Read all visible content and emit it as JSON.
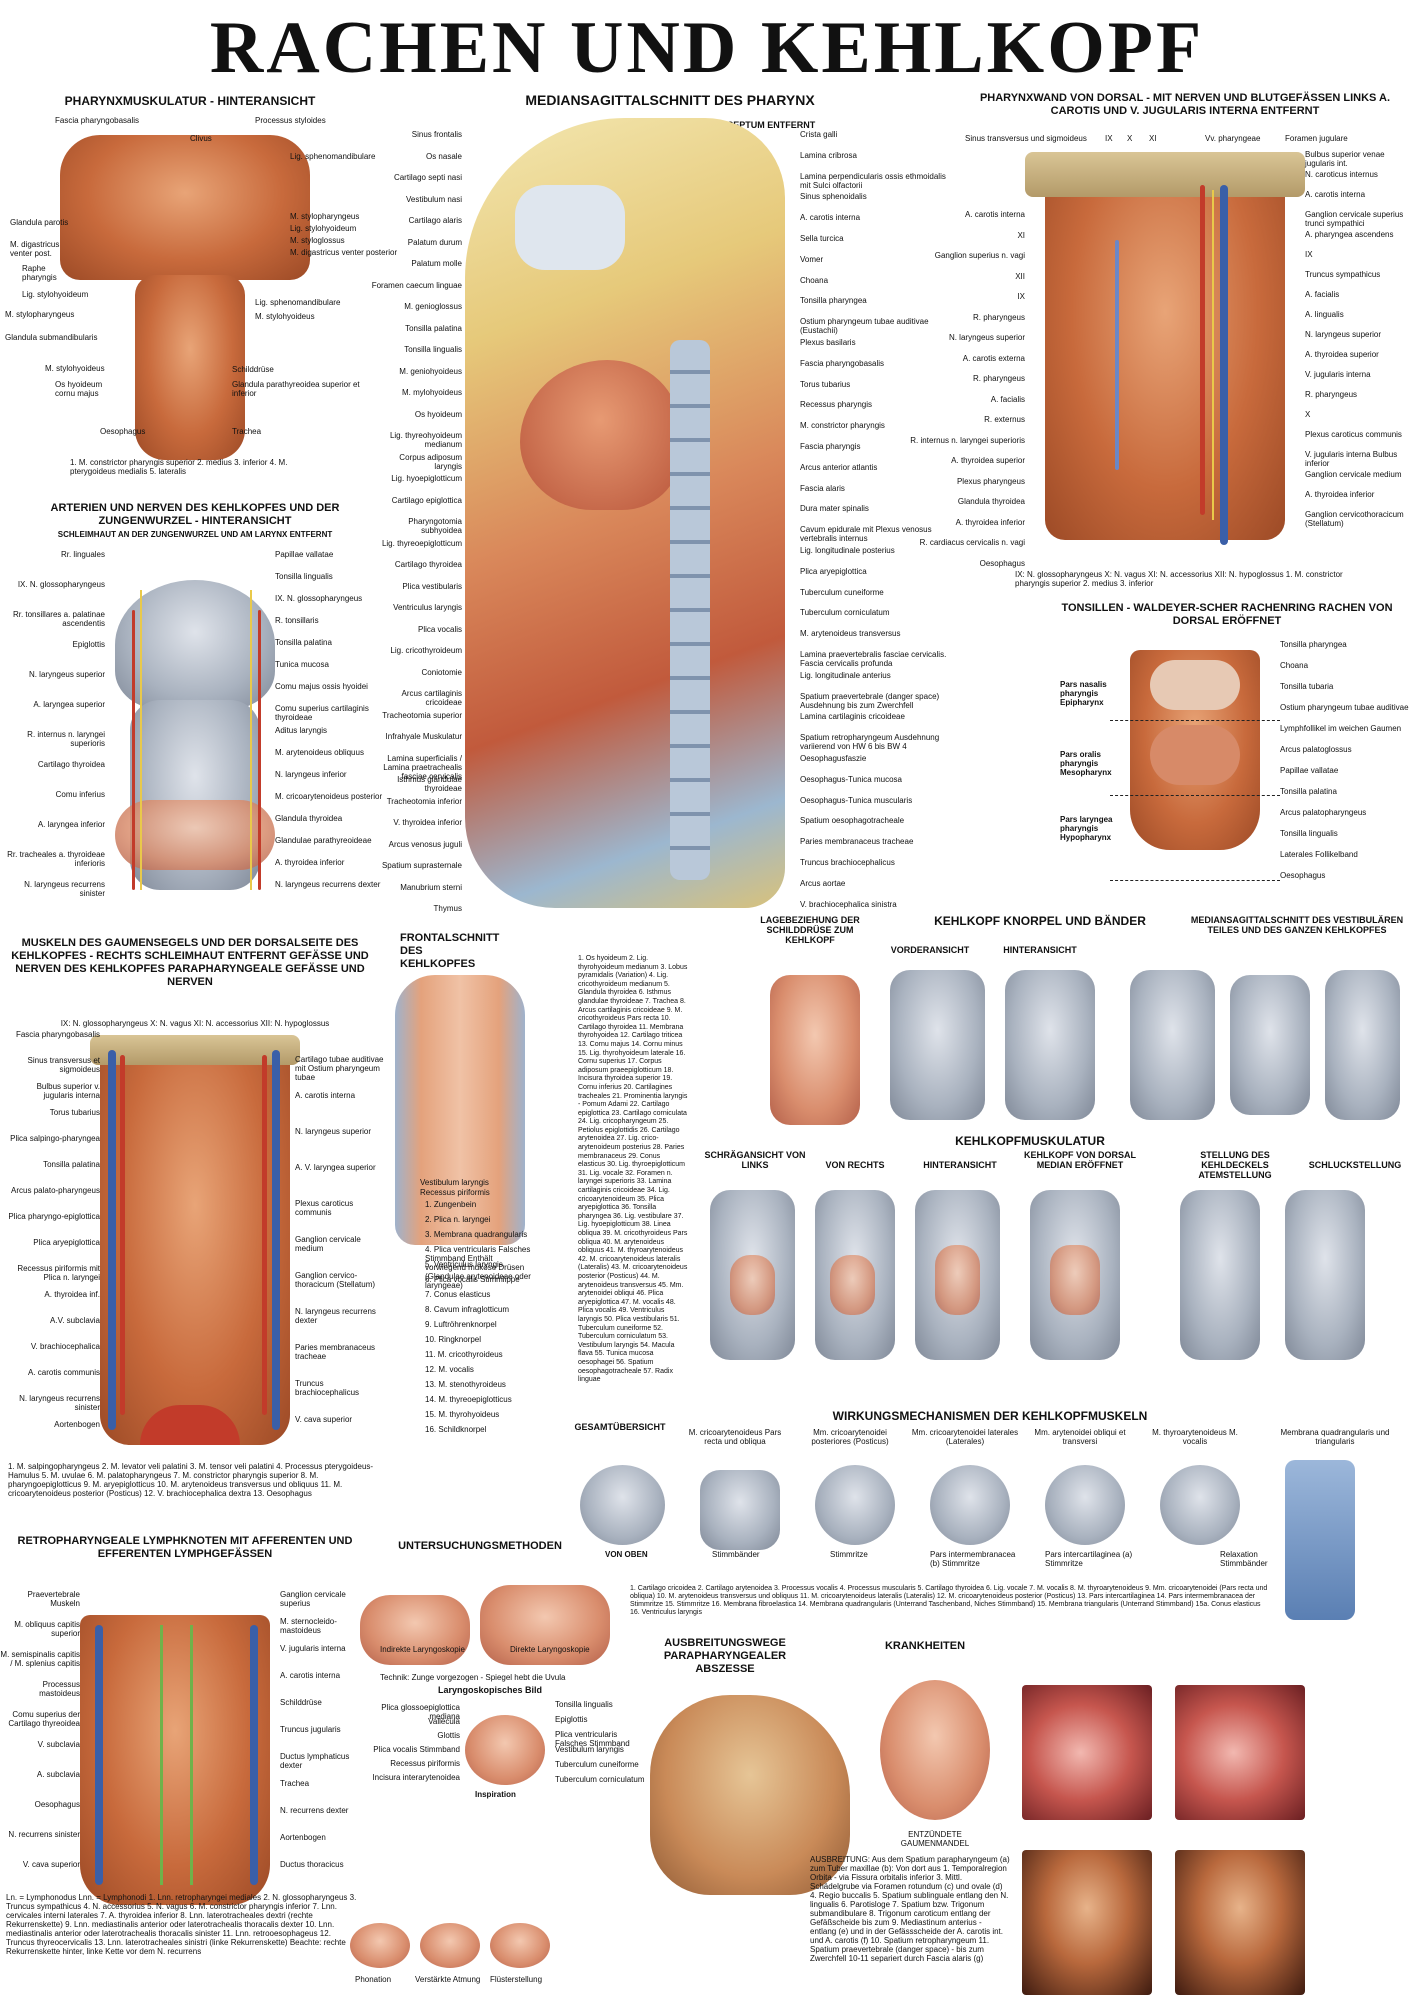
{
  "title": "RACHEN UND KEHLKOPF",
  "panels": {
    "p1": {
      "title": "PHARYNXMUSKULATUR - HINTERANSICHT",
      "labels_left": [
        "Glandula parotis",
        "M. digastricus venter post.",
        "Raphe pharyngis",
        "Lig. stylohyoideum",
        "M. stylopharyngeus",
        "Glandula submandibularis",
        "M. stylohyoideus",
        "Os hyoideum cornu majus",
        "Oesophagus"
      ],
      "labels_right": [
        "Processus styloides",
        "Lig. sphenomandibulare",
        "M. stylopharyngeus",
        "Lig. stylohyoideum",
        "M. styloglossus",
        "M. digastricus venter posterior",
        "Lig. sphenomandibulare",
        "M. stylohyoideus",
        "Schilddrüse",
        "Glandula parathyreoidea superior et inferior",
        "Trachea"
      ],
      "labels_top": [
        "Fascia pharyngobasalis",
        "Clivus"
      ],
      "caption": "1. M. constrictor pharyngis superior 2. medius 3. inferior 4. M. pterygoideus medialis 5. lateralis"
    },
    "p2": {
      "title": "MEDIANSAGITTALSCHNITT DES PHARYNX",
      "subtitle": "SCHLEIMHAUT VOM NASENSEPTUM ENTFERNT",
      "labels_left": [
        "Sinus frontalis",
        "Os nasale",
        "Cartilago septi nasi",
        "Vestibulum nasi",
        "Cartilago alaris",
        "Palatum durum",
        "Palatum molle",
        "Foramen caecum linguae",
        "M. genioglossus",
        "Tonsilla palatina",
        "Tonsilla lingualis",
        "M. geniohyoideus",
        "M. mylohyoideus",
        "Os hyoideum",
        "Lig. thyreohyoideum medianum",
        "Corpus adiposum laryngis",
        "Lig. hyoepiglotticum",
        "Cartilago epiglottica",
        "Pharyngotomia subhyoidea",
        "Lig. thyreoepiglotticum",
        "Cartilago thyroidea",
        "Plica vestibularis",
        "Ventriculus laryngis",
        "Plica vocalis",
        "Lig. cricothyroideum",
        "Coniotomie",
        "Arcus cartilaginis cricoideae",
        "Tracheotomia superior",
        "Infrahyale Muskulatur",
        "Lamina superficialis / Lamina praetrachealis fasciae cervicalis",
        "Isthmus glandulae thyroideae",
        "Tracheotomia inferior",
        "V. thyroidea inferior",
        "Arcus venosus juguli",
        "Spatium suprasternale",
        "Manubrium sterni",
        "Thymus"
      ],
      "labels_right": [
        "Crista galli",
        "Lamina cribrosa",
        "Lamina perpendicularis ossis ethmoidalis mit Sulci olfactorii",
        "Sinus sphenoidalis",
        "A. carotis interna",
        "Sella turcica",
        "Vomer",
        "Choana",
        "Tonsilla pharyngea",
        "Ostium pharyngeum tubae auditivae (Eustachii)",
        "Plexus basilaris",
        "Fascia pharyngobasalis",
        "Torus tubarius",
        "Recessus pharyngis",
        "M. constrictor pharyngis",
        "Fascia pharyngis",
        "Arcus anterior atlantis",
        "Fascia alaris",
        "Dura mater spinalis",
        "Cavum epidurale mit Plexus venosus vertebralis internus",
        "Lig. longitudinale posterius",
        "Plica aryepiglottica",
        "Tuberculum cuneiforme",
        "Tuberculum corniculatum",
        "M. arytenoideus transversus",
        "Lamina praevertebralis fasciae cervicalis. Fascia cervicalis profunda",
        "Lig. longitudinale anterius",
        "Spatium praevertebrale (danger space) Ausdehnung bis zum Zwerchfell",
        "Lamina cartilaginis cricoideae",
        "Spatium retropharyngeum Ausdehnung variierend von HW 6 bis BW 4",
        "Oesophagusfaszie",
        "Oesophagus-Tunica mucosa",
        "Oesophagus-Tunica muscularis",
        "Spatium oesophagotracheale",
        "Paries membranaceus tracheae",
        "Truncus brachiocephalicus",
        "Arcus aortae",
        "V. brachiocephalica sinistra"
      ]
    },
    "p3": {
      "title": "PHARYNXWAND VON DORSAL - MIT NERVEN UND BLUTGEFÄSSEN LINKS A. CAROTIS UND V. JUGULARIS INTERNA ENTFERNT",
      "labels_top": [
        "Sinus transversus und sigmoideus",
        "IX",
        "X",
        "XI",
        "Vv. pharyngeae",
        "Foramen jugulare"
      ],
      "labels_left": [
        "A. carotis interna",
        "XI",
        "Ganglion superius n. vagi",
        "XII",
        "IX",
        "R. pharyngeus",
        "N. laryngeus superior",
        "A. carotis externa",
        "R. pharyngeus",
        "A. facialis",
        "R. externus",
        "R. internus n. laryngei superioris",
        "A. thyroidea superior",
        "Plexus pharyngeus",
        "Glandula thyroidea",
        "A. thyroidea inferior",
        "R. cardiacus cervicalis n. vagi",
        "Oesophagus"
      ],
      "labels_right": [
        "Bulbus superior venae jugularis int.",
        "N. caroticus internus",
        "A. carotis interna",
        "Ganglion cervicale superius trunci sympathici",
        "A. pharyngea ascendens",
        "IX",
        "Truncus sympathicus",
        "A. facialis",
        "A. lingualis",
        "N. laryngeus superior",
        "A. thyroidea superior",
        "V. jugularis interna",
        "R. pharyngeus",
        "X",
        "Plexus caroticus communis",
        "V. jugularis interna Bulbus inferior",
        "Ganglion cervicale medium",
        "A. thyroidea inferior",
        "Ganglion cervicothoracicum (Stellatum)"
      ],
      "caption": "IX: N. glossopharyngeus X: N. vagus XI: N. accessorius XII: N. hypoglossus 1. M. constrictor pharyngis superior 2. medius 3. inferior"
    },
    "p4": {
      "title": "ARTERIEN UND NERVEN DES KEHLKOPFES UND DER ZUNGENWURZEL - HINTERANSICHT",
      "subtitle": "SCHLEIMHAUT AN DER ZUNGENWURZEL UND AM LARYNX ENTFERNT",
      "labels_left": [
        "Rr. linguales",
        "IX. N. glossopharyngeus",
        "Rr. tonsillares a. palatinae ascendentis",
        "Epiglottis",
        "N. laryngeus superior",
        "A. laryngea superior",
        "R. internus n. laryngei superioris",
        "Cartilago thyroidea",
        "Comu inferius",
        "A. laryngea inferior",
        "Rr. tracheales a. thyroideae inferioris",
        "N. laryngeus recurrens sinister"
      ],
      "labels_right": [
        "Papillae vallatae",
        "Tonsilla lingualis",
        "IX. N. glossopharyngeus",
        "R. tonsillaris",
        "Tonsilla palatina",
        "Tunica mucosa",
        "Comu majus ossis hyoidei",
        "Comu superius cartilaginis thyroideae",
        "Aditus laryngis",
        "M. arytenoideus obliquus",
        "N. laryngeus inferior",
        "M. cricoarytenoideus posterior",
        "Glandula thyroidea",
        "Glandulae parathyreoideae",
        "A. thyroidea inferior",
        "N. laryngeus recurrens dexter"
      ]
    },
    "p5": {
      "title": "TONSILLEN - WALDEYER-SCHER RACHENRING RACHEN VON DORSAL ERÖFFNET",
      "labels_left": [
        "Pars nasalis pharyngis Epipharynx",
        "Pars oralis pharyngis Mesopharynx",
        "Pars laryngea pharyngis Hypopharynx"
      ],
      "labels_right": [
        "Tonsilla pharyngea",
        "Choana",
        "Tonsilla tubaria",
        "Ostium pharyngeum tubae auditivae",
        "Lymphfollikel im weichen Gaumen",
        "Arcus palatoglossus",
        "Papillae vallatae",
        "Tonsilla palatina",
        "Arcus palatopharyngeus",
        "Tonsilla lingualis",
        "Laterales Follikelband",
        "Oesophagus"
      ]
    },
    "p6": {
      "title": "MUSKELN DES GAUMENSEGELS UND DER DORSALSEITE DES KEHLKOPFES - RECHTS SCHLEIMHAUT ENTFERNT GEFÄSSE UND NERVEN DES KEHLKOPFES PARAPHARYNGEALE GEFÄSSE UND NERVEN",
      "nerve_key": "IX: N. glossopharyngeus X: N. vagus XI: N. accessorius XII: N. hypoglossus",
      "labels_left": [
        "Fascia pharyngobasalis",
        "Sinus transversus et sigmoideus",
        "Bulbus superior v. jugularis interna",
        "Torus tubarius",
        "Plica salpingo-pharyngea",
        "Tonsilla palatina",
        "Arcus palato-pharyngeus",
        "Plica pharyngo-epiglottica",
        "Plica aryepiglottica",
        "Recessus piriformis mit Plica n. laryngei",
        "A. thyroidea inf.",
        "A.V. subclavia",
        "V. brachiocephalica",
        "A. carotis communis",
        "N. laryngeus recurrens sinister",
        "Aortenbogen"
      ],
      "labels_right": [
        "Cartilago tubae auditivae mit Ostium pharyngeum tubae",
        "A. carotis interna",
        "N. laryngeus superior",
        "A. V. laryngea superior",
        "Plexus caroticus communis",
        "Ganglion cervicale medium",
        "Ganglion cervico-thoracicum (Stellatum)",
        "N. laryngeus recurrens dexter",
        "Paries membranaceus tracheae",
        "Truncus brachiocephalicus",
        "V. cava superior"
      ],
      "caption": "1. M. salpingopharyngeus 2. M. levator veli palatini 3. M. tensor veli palatini 4. Processus pterygoideus-Hamulus 5. M. uvulae 6. M. palatopharyngeus 7. M. constrictor pharyngis superior 8. M. pharyngoepiglotticus 9. M. aryepiglotticus 10. M. arytenoideus transversus und obliquus 11. M. cricoarytenoideus posterior (Posticus) 12. V. brachiocephalica dextra 13. Oesophagus"
    },
    "p7": {
      "title": "FRONTALSCHNITT DES KEHLKOPFES",
      "legend": [
        "1. Zungenbein",
        "2. Plica n. laryngei",
        "3. Membrana quadrangularis",
        "4. Plica ventricularis Falsches Stimmband Enthält vorwiegend muköse Drüsen (Glandulae arytenoideae oder laryngeae)",
        "5. Ventriculus laryngis",
        "6. Plica vocalis Stimmlippe",
        "7. Conus elasticus",
        "8. Cavum infraglotticum",
        "9. Luftröhrenknorpel",
        "10. Ringknorpel",
        "11. M. cricothyroideus",
        "12. M. vocalis",
        "13. M. stenothyroideus",
        "14. M. thyreoepiglotticus",
        "15. M. thyrohyoideus",
        "16. Schildknorpel"
      ],
      "top_labels": [
        "Vestibulum laryngis",
        "Recessus piriformis"
      ]
    },
    "p8": {
      "legend_text": "1. Os hyoideum 2. Lig. thyrohyoideum medianum 3. Lobus pyramidalis (Variation) 4. Lig. cricothyroideum medianum 5. Glandula thyroidea 6. Isthmus glandulae thyroideae 7. Trachea 8. Arcus cartilaginis cricoideae 9. M. cricothyroideus Pars recta 10. Cartilago thyroidea 11. Membrana thyrohyoidea 12. Cartilago triticea 13. Cornu majus 14. Cornu minus 15. Lig. thyrohyoideum laterale 16. Cornu superius 17. Corpus adiposum praeepiglotticum 18. Incisura thyroidea superior 19. Cornu inferius 20. Cartilagines tracheales 21. Prominentia laryngis - Pomum Adami 22. Cartilago epiglottica 23. Cartilago corniculata 24. Lig. cricopharyngeum 25. Petiolus epiglottidis 26. Cartilago arytenoidea 27. Lig. crico-arytenoideum posterius 28. Paries membranaceus 29. Conus elasticus 30. Lig. thyroepiglotticum 31. Lig. vocale 32. Foramen n. laryngei superioris 33. Lamina cartilaginis cricoideae 34. Lig. cricoarytenoideum 35. Plica aryepiglottica 36. Tonsilla pharyngea 36. Lig. vestibulare 37. Lig. hyoepiglotticum 38. Linea obliqua 39. M. cricothyroideus Pars obliqua 40. M. arytenoideus obliquus 41. M. thyroarytenoideus 42. M. cricoarytenoideus lateralis (Lateralis) 43. M. cricoarytenoideus posterior (Posticus) 44. M. arytenoideus transversus 45. Mm. arytenoidei obliqui 46. Plica aryepiglottica 47. M. vocalis 48. Plica vocalis 49. Ventriculus laryngis 50. Plica vestibularis 51. Tuberculum cuneiforme 52. Tuberculum corniculatum 53. Vestibulum laryngis 54. Macula flava 55. Tunica mucosa oesophagei 56. Spatium oesophagotracheale 57. Radix linguae"
    },
    "p9": {
      "title": "KEHLKOPF KNORPEL UND BÄNDER",
      "views": [
        "LAGEBEZIEHUNG DER SCHILDDRÜSE ZUM KEHLKOPF",
        "VORDERANSICHT",
        "HINTERANSICHT",
        "MEDIANSAGITTALSCHNITT DES VESTIBULÄREN TEILES UND DES GANZEN KEHLKOPFES"
      ]
    },
    "p10": {
      "title": "KEHLKOPFMUSKULATUR",
      "views": [
        "SCHRÄGANSICHT VON LINKS",
        "VON RECHTS",
        "HINTERANSICHT",
        "KEHLKOPF VON DORSAL MEDIAN ERÖFFNET",
        "STELLUNG DES KEHLDECKELS ATEMSTELLUNG",
        "SCHLUCKSTELLUNG"
      ]
    },
    "p11": {
      "title": "WIRKUNGSMECHANISMEN DER KEHLKOPFMUSKELN",
      "views": [
        "GESAMTÜBERSICHT",
        "M. cricoarytenoideus Pars recta und obliqua",
        "Mm. cricoarytenoidei posteriores (Posticus)",
        "Mm. cricoarytenoidei laterales (Laterales)",
        "Mm. arytenoidei obliqui et transversi",
        "M. thyroarytenoideus M. vocalis",
        "Membrana quadrangularis und triangularis"
      ],
      "inner_labels": [
        "VON OBEN",
        "Stimmbänder",
        "Stimmritze",
        "Pars intermembranacea (b) Stimmritze",
        "Pars intercartilaginea (a) Stimmritze",
        "Relaxation Stimmbänder"
      ],
      "caption": "1. Cartilago cricoidea 2. Cartilago arytenoidea 3. Processus vocalis 4. Processus muscularis 5. Cartilago thyroidea 6. Lig. vocale 7. M. vocalis 8. M. thyroarytenoideus 9. Mm. cricoarytenoidei (Pars recta und obliqua) 10. M. arytenoideus transversus und obliquus 11. M. cricoarytenoideus lateralis (Lateralis) 12. M. cricoarytenoideus posterior (Posticus) 13. Pars intercartilaginea 14. Pars intermembranacea der Stimmritze 15. Stimmritze 16. Membrana fibroelastica 14. Membrana quadrangularis (Unterrand Taschenband, Niches Stimmband) 15. Membrana triangularis (Unterrand Stimmband) 15a. Conus elasticus 16. Ventriculus laryngis"
    },
    "p12": {
      "title": "RETROPHARYNGEALE LYMPHKNOTEN MIT AFFERENTEN UND EFFERENTEN LYMPHGEFÄSSEN",
      "labels_left": [
        "Praevertebrale Muskeln",
        "M. obliquus capitis superior",
        "M. semispinalis capitis / M. splenius capitis",
        "Processus mastoideus",
        "Comu superius der Cartilago thyreoidea",
        "V. subclavia",
        "A. subclavia",
        "Oesophagus",
        "N. recurrens sinister",
        "V. cava superior"
      ],
      "labels_right": [
        "Ganglion cervicale superius",
        "M. sternocleido-mastoideus",
        "V. jugularis interna",
        "A. carotis interna",
        "Schilddrüse",
        "Truncus jugularis",
        "Ductus lymphaticus dexter",
        "Trachea",
        "N. recurrens dexter",
        "Aortenbogen",
        "Ductus thoracicus"
      ],
      "caption": "Ln. = Lymphonodus Lnn. = Lymphonodi 1. Lnn. retropharyngei mediales 2. N. glossopharyngeus 3. Truncus sympathicus 4. N. accessorius 5. N. vagus 6. M. constrictor pharyngis inferior 7. Lnn. cervicales interni laterales 7. A. thyroidea inferior 8. Lnn. laterotracheales dextri (rechte Rekurrenskette) 9. Lnn. mediastinalis anterior oder laterotrachealis thoracalis dexter 10. Lnn. mediastinalis anterior oder laterotrachealis thoracalis sinister 11. Lnn. retrooesophageus 12. Truncus thyreocervicalis 13. Lnn. laterotracheales sinistri (linke Rekurrenskette) Beachte: rechte Rekurrenskette hinter, linke Kette vor dem N. recurrens"
    },
    "p13": {
      "title": "UNTERSUCHUNGSMETHODEN",
      "labels": [
        "Indirekte Laryngoskopie",
        "Direkte Laryngoskopie"
      ],
      "note": "Technik: Zunge vorgezogen - Spiegel hebt die Uvula",
      "sub_title": "Laryngoskopisches Bild",
      "labels_left": [
        "Plica glossoepiglottica mediana",
        "Vallecula",
        "Glottis",
        "Plica vocalis Stimmband",
        "Recessus piriformis",
        "Incisura interarytenoidea"
      ],
      "labels_right": [
        "Tonsilla lingualis",
        "Epiglottis",
        "Plica ventricularis Falsches Stimmband",
        "Vestibulum laryngis",
        "Tuberculum cuneiforme",
        "Tuberculum corniculatum"
      ],
      "states": [
        "Inspiration",
        "Phonation",
        "Verstärkte Atmung",
        "Flüsterstellung"
      ]
    },
    "p14": {
      "title": "AUSBREITUNGSWEGE PARAPHARYNGEALER ABSZESSE",
      "caption": "AUSBREITUNG: Aus dem Spatium parapharyngeum (a) zum Tuber maxillae (b): Von dort aus 1. Temporalregion Orbita - via Fissura orbitalis inferior 3. Mittl. Schädelgrube via Foramen rotundum (c) und ovale (d) 4. Regio buccalis 5. Spatium sublinguale entlang den N. lingualis 6. Parotisloge 7. Spatium bzw. Trigonum submandibulare 8. Trigonum caroticum entlang der Gefäßscheide bis zum 9. Mediastinum anterius - entlang (e) und in der Gefässscheide der A. carotis int. und A. carotis (f) 10. Spatium retropharyngeum 11. Spatium praevertebrale (danger space) - bis zum Zwerchfell 10-11 separiert durch Fascia alaris (g)"
    },
    "p15": {
      "title": "KRANKHEITEN",
      "labels": [
        "ENTZÜNDETE GAUMENMANDEL"
      ]
    }
  }
}
